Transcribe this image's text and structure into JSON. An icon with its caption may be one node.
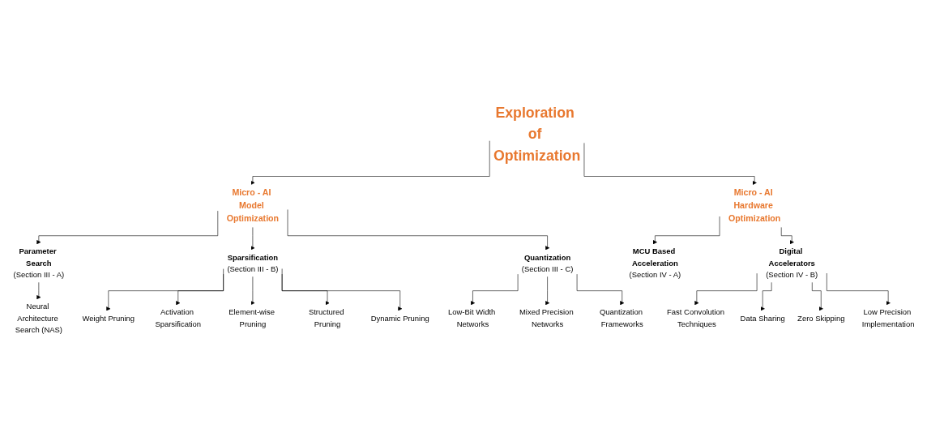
{
  "diagram": {
    "nodes": [
      {
        "text": [
          "Exploration of Optimization"
        ]
      },
      {
        "text": [
          "Micro - AI Model Optimization"
        ]
      },
      {
        "text": [
          "Micro - AI Hardware Optimization"
        ]
      },
      {
        "text": [
          "Parameter Search",
          "(Section III - A)"
        ]
      },
      {
        "text": [
          "Sparsification",
          "(Section III - B)"
        ]
      },
      {
        "text": [
          "Quantization",
          "(Section III - C)"
        ]
      },
      {
        "text": [
          "MCU Based Acceleration",
          "(Section IV - A)"
        ]
      },
      {
        "text": [
          "Digital Accelerators",
          "(Section IV - B)"
        ]
      },
      {
        "text": [
          "Neural Architecture Search (NAS)"
        ]
      },
      {
        "text": [
          "Weight Pruning"
        ]
      },
      {
        "text": [
          "Activation Sparsification"
        ]
      },
      {
        "text": [
          "Element-wise Pruning"
        ]
      },
      {
        "text": [
          "Structured Pruning"
        ]
      },
      {
        "text": [
          "Dynamic Pruning"
        ]
      },
      {
        "text": [
          "Low-Bit Width Networks"
        ]
      },
      {
        "text": [
          "Mixed Precision Networks"
        ]
      },
      {
        "text": [
          "Quantization Frameworks"
        ]
      },
      {
        "text": [
          "Fast Convolution Techniques"
        ]
      },
      {
        "text": [
          "Data Sharing"
        ]
      },
      {
        "text": [
          "Zero Skipping"
        ]
      },
      {
        "text": [
          "Low Precision Implementation"
        ]
      }
    ],
    "edges": [
      {
        "from": 0,
        "to": 1,
        "arrow": "to"
      },
      {
        "from": 0,
        "to": 2,
        "arrow": "to"
      },
      {
        "from": 1,
        "to": 3,
        "arrow": "to"
      },
      {
        "from": 1,
        "to": 4,
        "arrow": "to"
      },
      {
        "from": 1,
        "to": 5,
        "arrow": "to"
      },
      {
        "from": 2,
        "to": 6,
        "arrow": "to"
      },
      {
        "from": 2,
        "to": 7,
        "arrow": "to"
      },
      {
        "from": 3,
        "to": 8,
        "arrow": "to"
      },
      {
        "from": 4,
        "to": 9,
        "arrow": "to"
      },
      {
        "from": 4,
        "to": 10,
        "arrow": "to"
      },
      {
        "from": 4,
        "to": 11,
        "arrow": "to"
      },
      {
        "from": 4,
        "to": 12,
        "arrow": "to"
      },
      {
        "from": 4,
        "to": 13,
        "arrow": "to"
      },
      {
        "from": 5,
        "to": 14,
        "arrow": "to"
      },
      {
        "from": 5,
        "to": 15,
        "arrow": "to"
      },
      {
        "from": 5,
        "to": 16,
        "arrow": "to"
      },
      {
        "from": 7,
        "to": 17,
        "arrow": "to"
      },
      {
        "from": 7,
        "to": 18,
        "arrow": "to"
      },
      {
        "from": 7,
        "to": 19,
        "arrow": "to"
      },
      {
        "from": 7,
        "to": 20,
        "arrow": "to"
      }
    ]
  }
}
